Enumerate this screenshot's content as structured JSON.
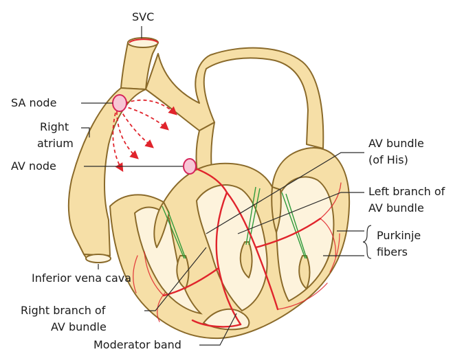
{
  "labels": {
    "svc": "SVC",
    "sa_node": "SA node",
    "right_atrium_1": "Right",
    "right_atrium_2": "atrium",
    "av_node": "AV node",
    "inferior_vena_cava": "Inferior vena cava",
    "av_bundle_1": "AV bundle",
    "av_bundle_2": "(of His)",
    "left_branch_1": "Left branch of",
    "left_branch_2": "AV bundle",
    "purkinje_1": "Purkinje",
    "purkinje_2": "fibers",
    "right_branch_1": "Right branch of",
    "right_branch_2": "AV bundle",
    "moderator_band": "Moderator band"
  },
  "colors": {
    "wall": "#f6dfa7",
    "wall_stroke": "#8a6a2a",
    "conduction": "#e0242c",
    "node_fill": "#f7c6d6",
    "chordae": "#2f9a3a"
  }
}
